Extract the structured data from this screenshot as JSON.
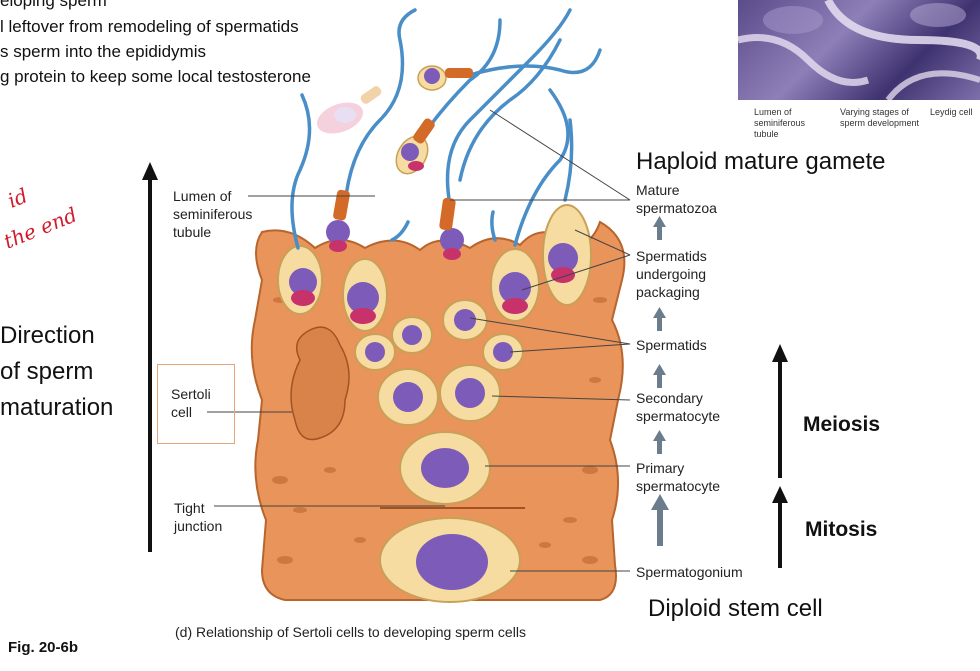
{
  "notes": [
    "eloping sperm",
    "l leftover from remodeling of spermatids",
    "s sperm into the epididymis",
    "g protein to keep some local testosterone"
  ],
  "photo": {
    "captions": [
      "Lumen of seminiferous tubule",
      "Varying stages of sperm development",
      "Leydig cell"
    ]
  },
  "handwriting": [
    "id",
    "the end"
  ],
  "left_text": {
    "direction": [
      "Direction",
      "of sperm",
      "maturation"
    ]
  },
  "diagram_labels": {
    "lumen": [
      "Lumen of",
      "seminiferous",
      "tubule"
    ],
    "sertoli": [
      "Sertoli",
      "cell"
    ],
    "tight": [
      "Tight",
      "junction"
    ]
  },
  "stages": {
    "haploid": "Haploid mature gamete",
    "mature": [
      "Mature",
      "spermatozoa"
    ],
    "packaging": [
      "Spermatids",
      "undergoing",
      "packaging"
    ],
    "spermatids": "Spermatids",
    "secondary": [
      "Secondary",
      "spermatocyte"
    ],
    "primary": [
      "Primary",
      "spermatocyte"
    ],
    "spermatogonium": "Spermatogonium",
    "diploid": "Diploid stem cell"
  },
  "process": {
    "meiosis": "Meiosis",
    "mitosis": "Mitosis"
  },
  "caption": "(d) Relationship of Sertoli cells to developing sperm cells",
  "fig_label": "Fig. 20-6b",
  "colors": {
    "sertoli_orange": "#e8945a",
    "germ_cell_yellow": "#f6dca0",
    "nucleus_purple": "#7d5bb8",
    "tail_blue": "#4a8ec7",
    "midpiece_orange": "#d46a28",
    "annotation_red": "#d11a2a"
  }
}
